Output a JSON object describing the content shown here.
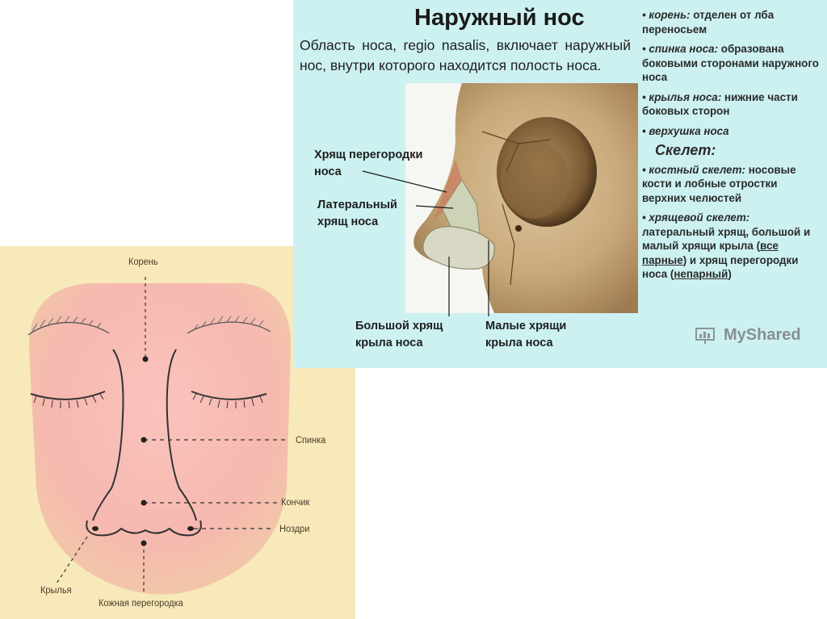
{
  "slide": {
    "title": "Наружный нос",
    "intro": "Область носа, regio nasalis, включает наружный нос, внутри которого находится полость носа.",
    "anatomy_labels": {
      "septal_cartilage": [
        "Хрящ перегородки",
        "носа"
      ],
      "lateral_cartilage": [
        "Латеральный",
        "хрящ носа"
      ],
      "major_alar": [
        "Большой хрящ",
        "крыла носа"
      ],
      "minor_alar": [
        "Малые хрящи",
        "крыла носа"
      ]
    },
    "list": {
      "root": {
        "head": "• корень:",
        "text": " отделен от лба переносьем"
      },
      "dorsum": {
        "head": "• спинка носа:",
        "text": " образована боковыми сторонами наружного носа"
      },
      "wings": {
        "head": "• крылья носа:",
        "text": " нижние части боковых сторон"
      },
      "apex": {
        "head": "• верхушка носа",
        "text": ""
      },
      "skeleton_title": "Скелет:",
      "bony": {
        "head": "• костный скелет:",
        "text": " носовые кости и лобные отростки верхних челюстей"
      },
      "cartilage": {
        "head": "• хрящевой скелет:",
        "text1": " латеральный хрящ, большой и малый хрящи крыла (",
        "paired": "все парные",
        "text2": ") и хрящ перегородки носа (",
        "unpaired": "непарный",
        "text3": ")"
      }
    },
    "watermark": "MyShared"
  },
  "face": {
    "labels": {
      "root": "Корень",
      "dorsum": "Спинка",
      "tip": "Кончик",
      "nostrils": "Ноздри",
      "wings": "Крылья",
      "septum": "Кожная перегородка"
    }
  },
  "colors": {
    "slide_bg": "#cdf1f1",
    "face_panel_bg": "#f7e9b9",
    "skin": "#f6b8b0"
  }
}
